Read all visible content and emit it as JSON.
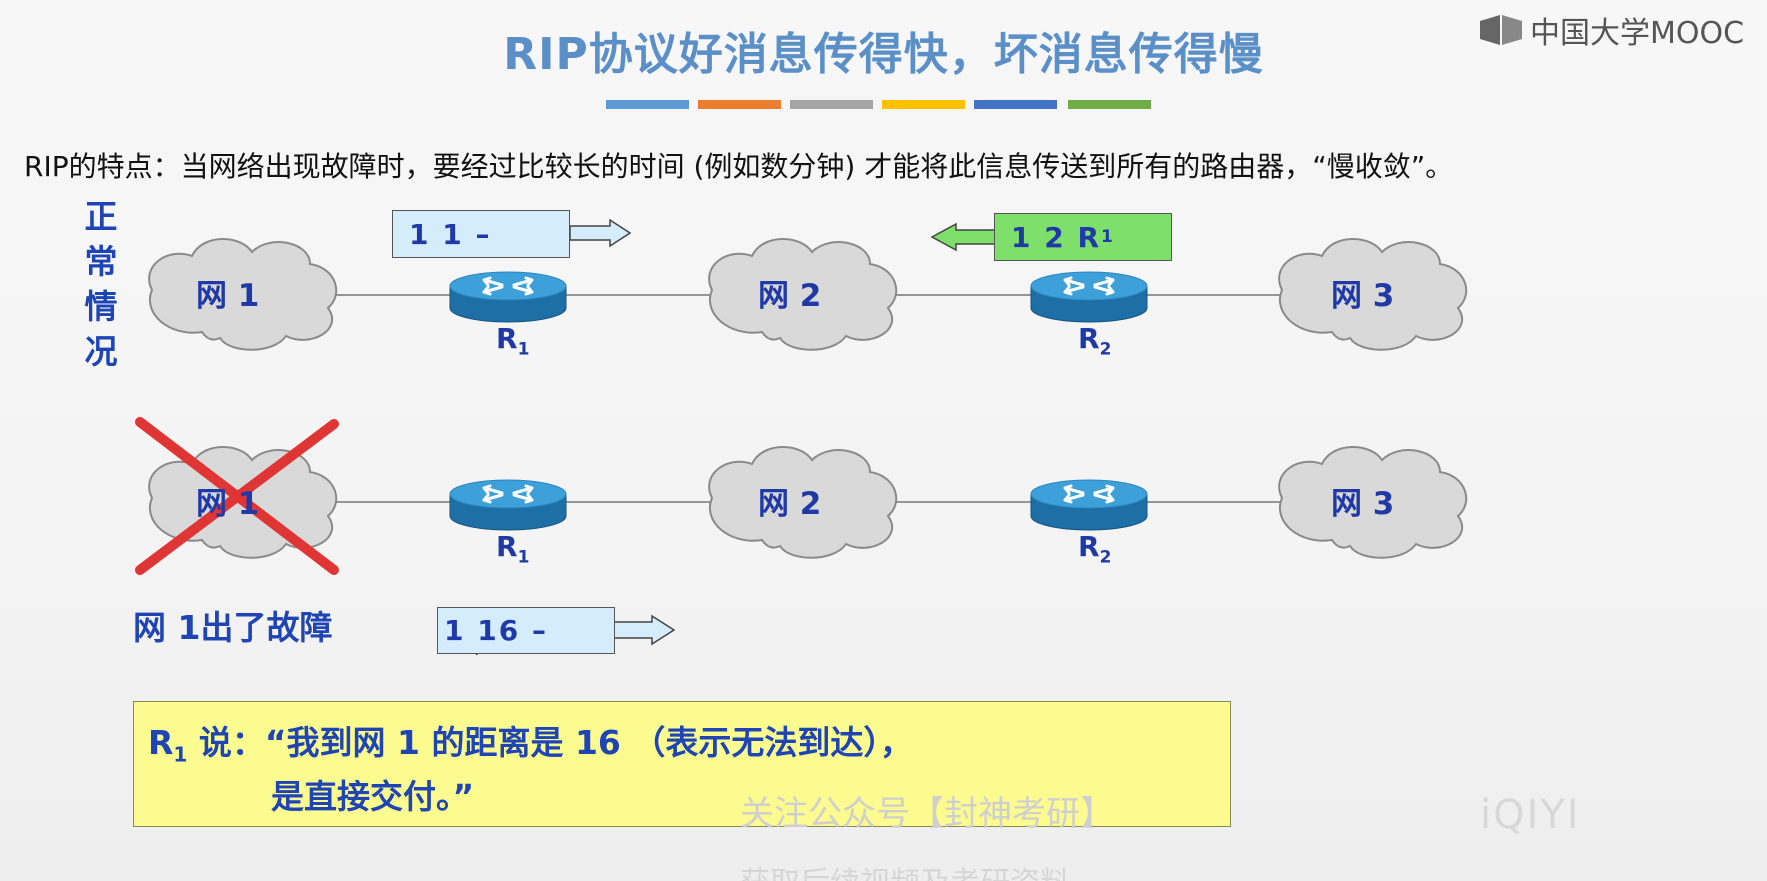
{
  "title": "RIP协议好消息传得快，坏消息传得慢",
  "brand": {
    "name": "中国大学MOOC"
  },
  "color_bar": [
    "#5b9bd5",
    "#ed7d31",
    "#a5a5a5",
    "#ffc000",
    "#4472c4",
    "#70ad47"
  ],
  "description": "RIP的特点：当网络出现故障时，要经过比较长的时间 (例如数分钟) 才能将此信息传送到所有的路由器，“慢收敛”。",
  "normal_label": [
    "正",
    "常",
    "情",
    "况"
  ],
  "networks": {
    "net1": "网 1",
    "net2": "网 2",
    "net3": "网 3"
  },
  "routers": {
    "r1": "R",
    "r2": "R",
    "r1_sub": "1",
    "r2_sub": "2"
  },
  "messages": {
    "normal_r1": "1  1  –",
    "normal_r2_main": "1  2  R",
    "normal_r2_sub": "1",
    "fault_r1": "1  16  –"
  },
  "fault_label": "网 1出了故障",
  "quote": {
    "speaker": "R",
    "speaker_sub": "1",
    "line1": " 说：“我到网 1 的距离是 16 （表示无法到达），",
    "line2": "是直接交付。”"
  },
  "watermarks": {
    "wechat": "关注公众号【封神考研】",
    "iqiyi": "iQIYI",
    "bottom": "获取后续视频及考研资料"
  }
}
